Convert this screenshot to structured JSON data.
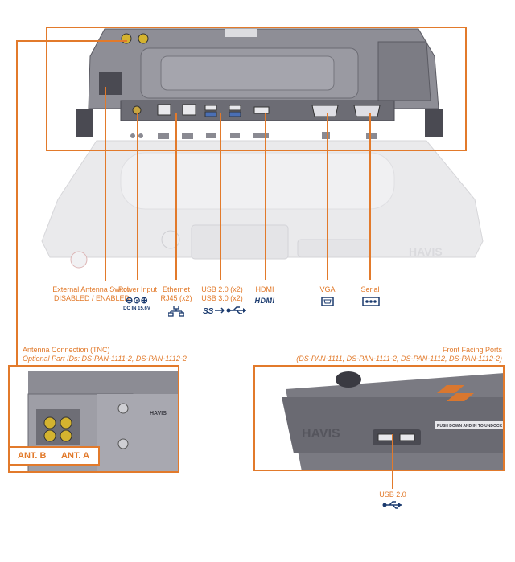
{
  "top_labels": {
    "antenna_switch": [
      "External Antenna Switch",
      "DISABLED / ENABLED"
    ],
    "power_input": "Power Input",
    "power_symbol": "DC IN 15.6V",
    "ethernet": [
      "Ethernet",
      "RJ45 (x2)"
    ],
    "usb": [
      "USB 2.0 (x2)",
      "USB 3.0 (x2)"
    ],
    "hdmi": "HDMI",
    "hdmi_logo": "HDMI",
    "vga": "VGA",
    "serial": "Serial"
  },
  "antenna_connection": {
    "title": "Antenna Connection (TNC)",
    "part_ids": "Optional Part IDs: DS-PAN-1111-2, DS-PAN-1112-2",
    "ant_b": "ANT. B",
    "ant_a": "ANT. A",
    "brand": "HAVIS"
  },
  "front_ports": {
    "title": "Front Facing Ports",
    "part_ids": "(DS-PAN-1111, DS-PAN-1111-2, DS-PAN-1112, DS-PAN-1112-2)",
    "usb_label": "USB 2.0",
    "brand": "HAVIS",
    "sticker": "PUSH DOWN AND IN TO UNDOCK"
  },
  "dock": {
    "brand": "HAVIS"
  },
  "colors": {
    "accent": "#e27a2b",
    "symbol": "#1a3a6e",
    "dock_body": "#8a8a92"
  },
  "icons": {
    "power": "dc-power-icon",
    "ethernet": "network-icon",
    "usb": "usb-icon",
    "vga": "vga-port-icon",
    "serial": "serial-port-icon"
  }
}
